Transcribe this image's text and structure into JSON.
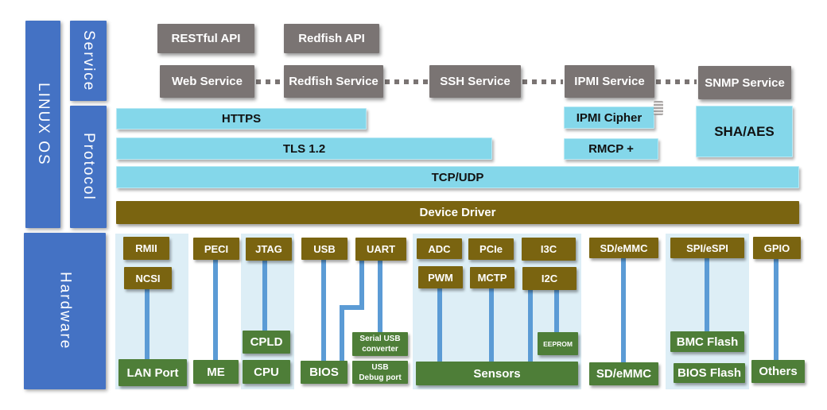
{
  "colors": {
    "rail_blue": "#4472c4",
    "service_gray": "#7a7473",
    "protocol_cyan": "#84d7ea",
    "hw_olive": "#7a6410",
    "device_green": "#4e7e38",
    "panel_light_blue": "#ddeef6",
    "connector_blue": "#5b9bd5",
    "background": "#ffffff"
  },
  "rails": {
    "linux_os": "LINUX OS",
    "service": "Service",
    "protocol": "Protocol",
    "hardware": "Hardware"
  },
  "api_row": [
    {
      "label": "RESTful API"
    },
    {
      "label": "Redfish API"
    }
  ],
  "service_row": [
    {
      "label": "Web Service"
    },
    {
      "label": "Redfish Service"
    },
    {
      "label": "SSH Service"
    },
    {
      "label": "IPMI Service"
    },
    {
      "label": "SNMP Service"
    }
  ],
  "protocol_layer": {
    "https": "HTTPS",
    "tls": "TLS 1.2",
    "tcp_udp": "TCP/UDP",
    "ipmi_cipher": "IPMI Cipher",
    "rmcp": "RMCP +",
    "sha_aes": "SHA/AES"
  },
  "driver_layer": {
    "device_driver": "Device Driver"
  },
  "hardware_layer": {
    "controllers": {
      "rmii": "RMII",
      "ncsi": "NCSI",
      "peci": "PECI",
      "jtag": "JTAG",
      "usb": "USB",
      "uart": "UART",
      "adc": "ADC",
      "pcie": "PCIe",
      "i3c": "I3C",
      "pwm": "PWM",
      "mctp": "MCTP",
      "i2c": "I2C",
      "sd_emmc": "SD/eMMC",
      "spi_espi": "SPI/eSPI",
      "gpio": "GPIO"
    },
    "devices": {
      "lan_port": "LAN Port",
      "me": "ME",
      "cpld": "CPLD",
      "cpu": "CPU",
      "bios": "BIOS",
      "serial_usb_converter": "Serial USB\nconverter",
      "usb_debug_port": "USB\nDebug port",
      "eeprom": "EEPROM",
      "sensors": "Sensors",
      "sd_emmc": "SD/eMMC",
      "bmc_flash": "BMC Flash",
      "bios_flash": "BIOS Flash",
      "others": "Others"
    }
  },
  "icons": {
    "cipher_corner": "list-lines-icon"
  }
}
